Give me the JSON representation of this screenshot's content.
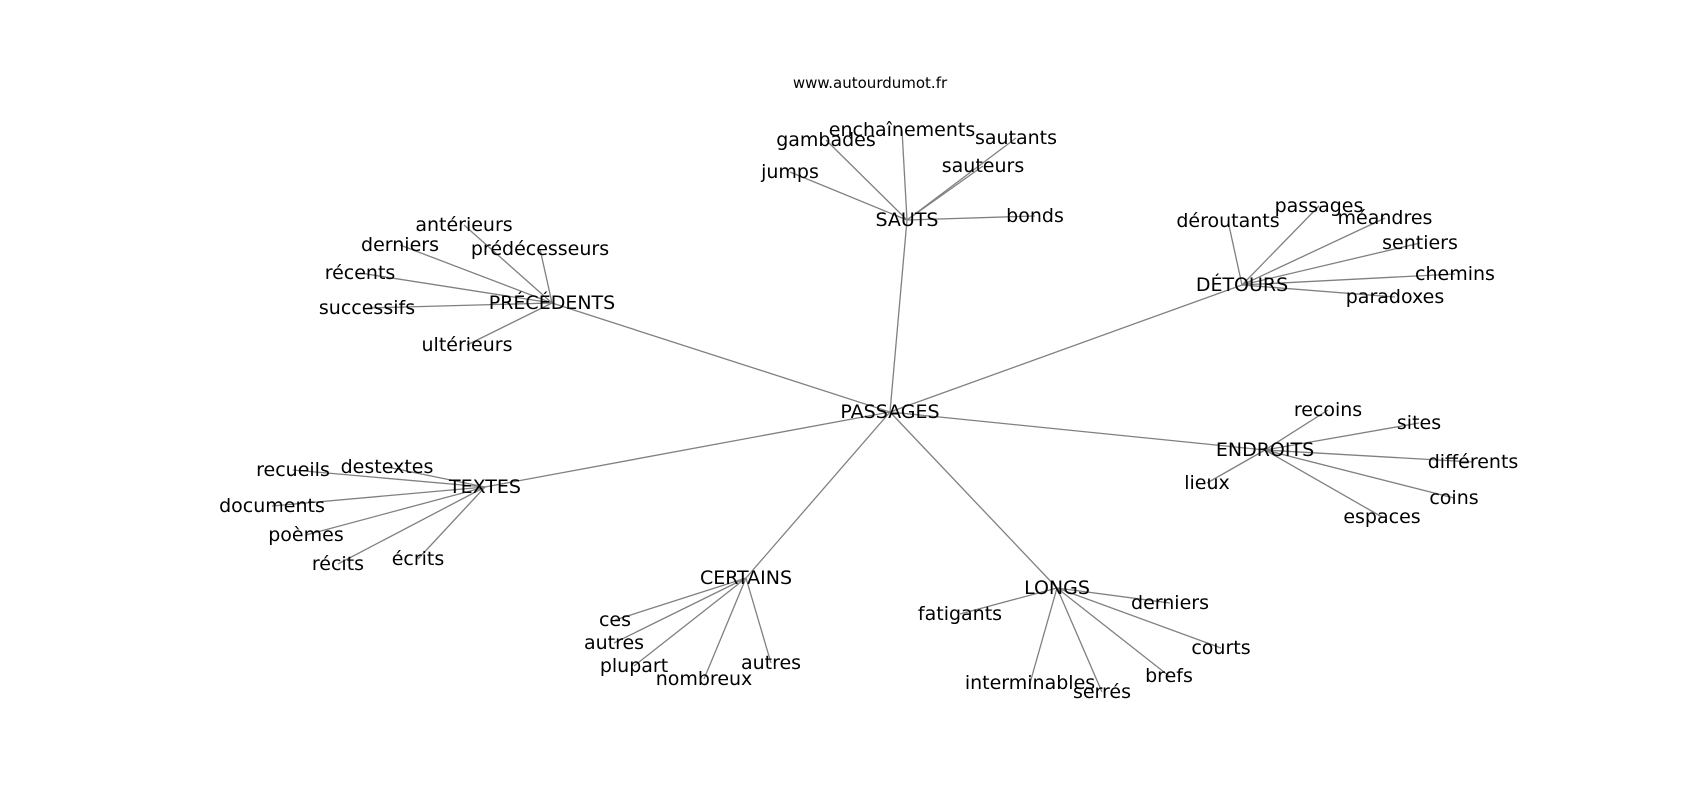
{
  "source": "www.autourdumot.fr",
  "center": "PASSAGES",
  "groups": [
    {
      "label": "SAUTS",
      "words": [
        "gambades",
        "enchaînements",
        "sautants",
        "sauteurs",
        "jumps",
        "bonds"
      ]
    },
    {
      "label": "DÉTOURS",
      "words": [
        "déroutants",
        "passages",
        "méandres",
        "sentiers",
        "chemins",
        "paradoxes"
      ]
    },
    {
      "label": "PRÉCÉDENTS",
      "words": [
        "antérieurs",
        "derniers",
        "prédécesseurs",
        "récents",
        "successifs",
        "ultérieurs"
      ]
    },
    {
      "label": "ENDROITS",
      "words": [
        "recoins",
        "sites",
        "différents",
        "lieux",
        "coins",
        "espaces"
      ]
    },
    {
      "label": "TEXTES",
      "words": [
        "recueils",
        "destextes",
        "documents",
        "poèmes",
        "récits",
        "écrits"
      ]
    },
    {
      "label": "CERTAINS",
      "words": [
        "ces",
        "autres",
        "plupart",
        "nombreux",
        "autres"
      ]
    },
    {
      "label": "LONGS",
      "words": [
        "fatigants",
        "derniers",
        "courts",
        "interminables",
        "serrés",
        "brefs"
      ]
    }
  ]
}
